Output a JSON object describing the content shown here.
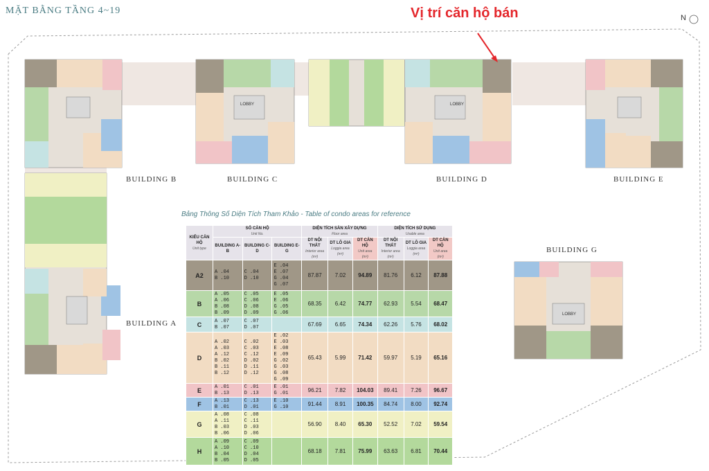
{
  "header": {
    "title": "MẶT BẰNG TẦNG 4~19",
    "sale_note": "Vị trí căn hộ bán",
    "north": "N"
  },
  "buildings": {
    "a": "BUILDING A",
    "b": "BUILDING B",
    "c": "BUILDING C",
    "d": "BUILDING D",
    "e": "BUILDING E",
    "g": "BUILDING G"
  },
  "lobby_label": "LOBBY",
  "colors": {
    "A2": "#a09787",
    "B": "#b7d8a8",
    "C": "#c5e3e3",
    "D": "#f2dcc3",
    "E": "#f1c4c7",
    "F": "#9fc3e4",
    "G": "#f0f0c4",
    "H": "#b3d99c",
    "grey": "#9a9a94",
    "pointer": "#e4262b",
    "site_outline": "#9a9a9a"
  },
  "table": {
    "caption": "Bảng Thông Số Diện Tích Tham Khảo - Table of condo areas for reference",
    "headers": {
      "unit_type": "KIỂU CĂN HỘ",
      "unit_type_en": "Unit type",
      "unit_no": "SỐ CĂN HỘ",
      "unit_no_en": "Unit No.",
      "floor_area": "DIỆN TÍCH SÀN XÂY DỰNG",
      "floor_area_en": "Floor area",
      "usable_area": "DIỆN TÍCH SỬ DỤNG",
      "usable_area_en": "Usable area",
      "bld_ab": "BUILDING A-B",
      "bld_cd": "BUILDING C-D",
      "bld_eg": "BUILDING E-G",
      "interior": "DT NỘI THẤT",
      "interior_en": "Interior area (m²)",
      "loggia": "DT LÔ GIA",
      "loggia_en": "Loggia area (m²)",
      "unit_area": "DT CĂN HỘ",
      "unit_area_en": "Unit area (m²)"
    },
    "rows": [
      {
        "type": "A2",
        "ab": "A .04\nB .10",
        "cd": "C .04\nD .10",
        "eg": "E .04\nE .07\nG .04\nG .07",
        "f_int": "87.87",
        "f_log": "7.02",
        "f_unit": "94.89",
        "u_int": "81.76",
        "u_log": "6.12",
        "u_unit": "87.88"
      },
      {
        "type": "B",
        "ab": "A .05\nA .06\nB .08\nB .09",
        "cd": "C .05\nC .06\nD .08\nD .09",
        "eg": "E .05\nE .06\nG .05\nG .06",
        "f_int": "68.35",
        "f_log": "6.42",
        "f_unit": "74.77",
        "u_int": "62.93",
        "u_log": "5.54",
        "u_unit": "68.47"
      },
      {
        "type": "C",
        "ab": "A .07\nB .07",
        "cd": "C .07\nD .07",
        "eg": "",
        "f_int": "67.69",
        "f_log": "6.65",
        "f_unit": "74.34",
        "u_int": "62.26",
        "u_log": "5.76",
        "u_unit": "68.02"
      },
      {
        "type": "D",
        "ab": "A .02\nA .03\nA .12\nB .02\nB .11\nB .12",
        "cd": "C .02\nC .03\nC .12\nD .02\nD .11\nD .12",
        "eg": "E .02\nE .03\nE .08\nE .09\nG .02\nG .03\nG .08\nG .09",
        "f_int": "65.43",
        "f_log": "5.99",
        "f_unit": "71.42",
        "u_int": "59.97",
        "u_log": "5.19",
        "u_unit": "65.16"
      },
      {
        "type": "E",
        "ab": "A .01\nB .13",
        "cd": "C .01\nD .13",
        "eg": "E .01\nG .01",
        "f_int": "96.21",
        "f_log": "7.82",
        "f_unit": "104.03",
        "u_int": "89.41",
        "u_log": "7.26",
        "u_unit": "96.67"
      },
      {
        "type": "F",
        "ab": "A .13\nB .01",
        "cd": "C .13\nD .01",
        "eg": "E .10\nG .10",
        "f_int": "91.44",
        "f_log": "8.91",
        "f_unit": "100.35",
        "u_int": "84.74",
        "u_log": "8.00",
        "u_unit": "92.74"
      },
      {
        "type": "G",
        "ab": "A .08\nA .11\nB .03\nB .06",
        "cd": "C .08\nC .11\nD .03\nD .06",
        "eg": "",
        "f_int": "56.90",
        "f_log": "8.40",
        "f_unit": "65.30",
        "u_int": "52.52",
        "u_log": "7.02",
        "u_unit": "59.54"
      },
      {
        "type": "H",
        "ab": "A .09\nA .10\nB .04\nB .05",
        "cd": "C .09\nC .10\nD .04\nD .05",
        "eg": "",
        "f_int": "68.18",
        "f_log": "7.81",
        "f_unit": "75.99",
        "u_int": "63.63",
        "u_log": "6.81",
        "u_unit": "70.44"
      }
    ]
  }
}
